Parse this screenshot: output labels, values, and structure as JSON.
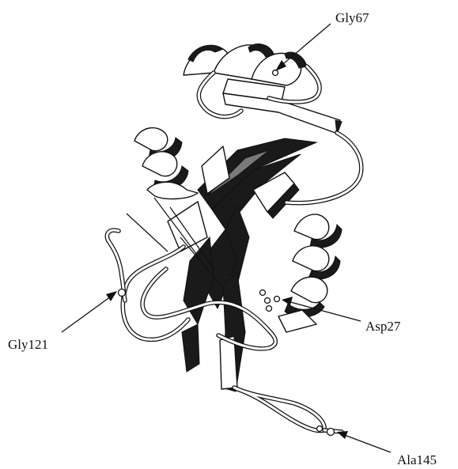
{
  "figure": {
    "labels": {
      "gly67": "Gly67",
      "gly121": "Gly121",
      "asp27": "Asp27",
      "ala145": "Ala145"
    }
  }
}
